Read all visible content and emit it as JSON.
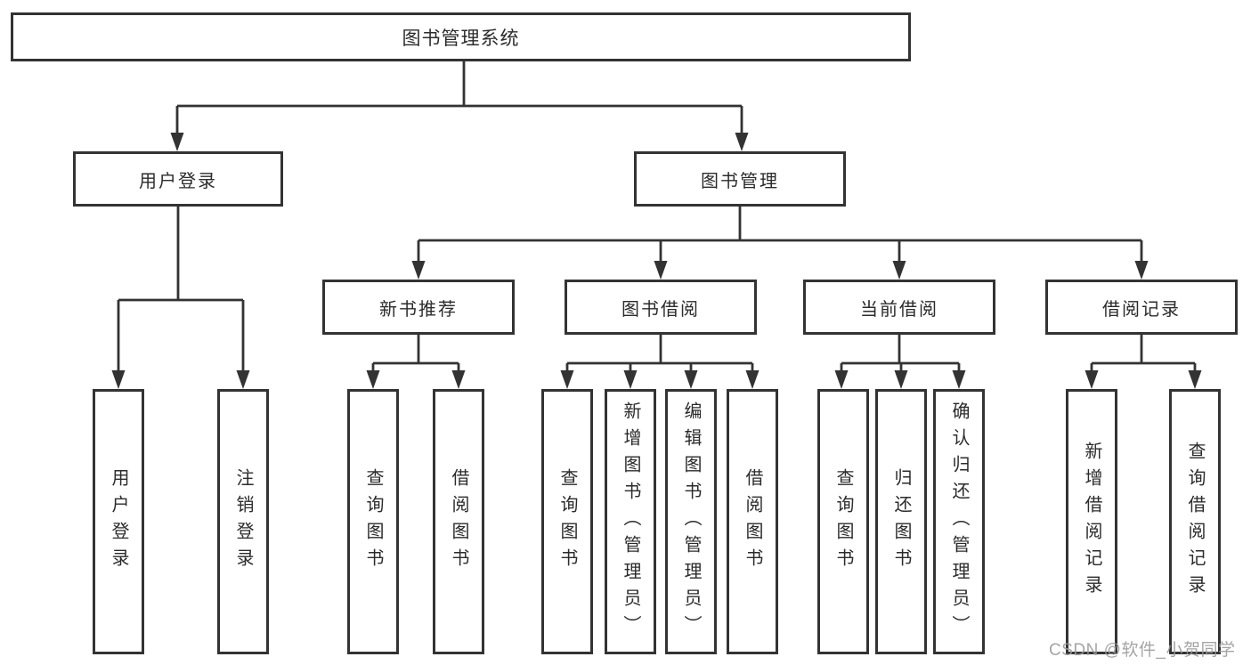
{
  "diagram": {
    "root": {
      "label": "图书管理系统"
    },
    "branches": [
      {
        "label": "用户登录",
        "children": [
          {
            "label": "用户登录"
          },
          {
            "label": "注销登录"
          }
        ]
      },
      {
        "label": "图书管理",
        "children": [
          {
            "label": "新书推荐",
            "children": [
              {
                "label": "查询图书"
              },
              {
                "label": "借阅图书"
              }
            ]
          },
          {
            "label": "图书借阅",
            "children": [
              {
                "label": "查询图书"
              },
              {
                "label": "新增图书（管理员）"
              },
              {
                "label": "编辑图书（管理员）"
              },
              {
                "label": "借阅图书"
              }
            ]
          },
          {
            "label": "当前借阅",
            "children": [
              {
                "label": "查询图书"
              },
              {
                "label": "归还图书"
              },
              {
                "label": "确认归还（管理员）"
              }
            ]
          },
          {
            "label": "借阅记录",
            "children": [
              {
                "label": "新增借阅记录"
              },
              {
                "label": "查询借阅记录"
              }
            ]
          }
        ]
      }
    ],
    "watermark": "CSDN @软件_小贺同学",
    "colors": {
      "line": "#333333",
      "box_fill": "#ffffff",
      "text": "#2b2b2b",
      "watermark": "#9b9b9b"
    }
  }
}
